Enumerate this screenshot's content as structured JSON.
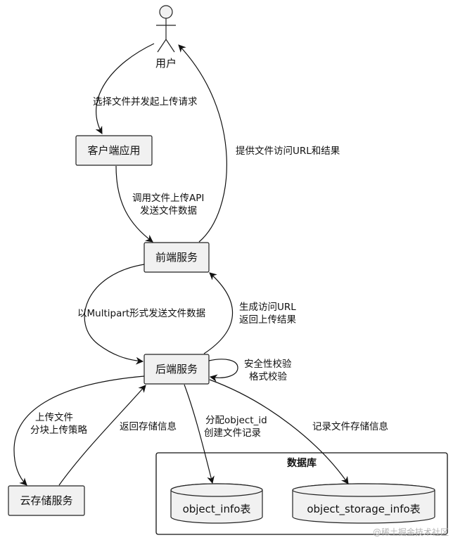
{
  "actor": {
    "label": "用户"
  },
  "nodes": {
    "client": "客户端应用",
    "frontend": "前端服务",
    "backend": "后端服务",
    "cloud": "云存储服务"
  },
  "database": {
    "title": "数据库",
    "tables": [
      "object_info表",
      "object_storage_info表"
    ]
  },
  "edges": {
    "user_to_client": "选择文件并发起上传请求",
    "frontend_to_user": "提供文件访问URL和结果",
    "client_to_frontend": [
      "调用文件上传API",
      "发送文件数据"
    ],
    "frontend_to_backend": "以Multipart形式发送文件数据",
    "backend_to_frontend": [
      "生成访问URL",
      "返回上传结果"
    ],
    "backend_self": [
      "安全性校验",
      "格式校验"
    ],
    "backend_to_cloud": [
      "上传文件",
      "分块上传策略"
    ],
    "cloud_to_backend": "返回存储信息",
    "backend_to_object_info": [
      "分配object_id",
      "创建文件记录"
    ],
    "backend_to_storage_info": "记录文件存储信息"
  },
  "watermark": "@稀土掘金技术社区"
}
